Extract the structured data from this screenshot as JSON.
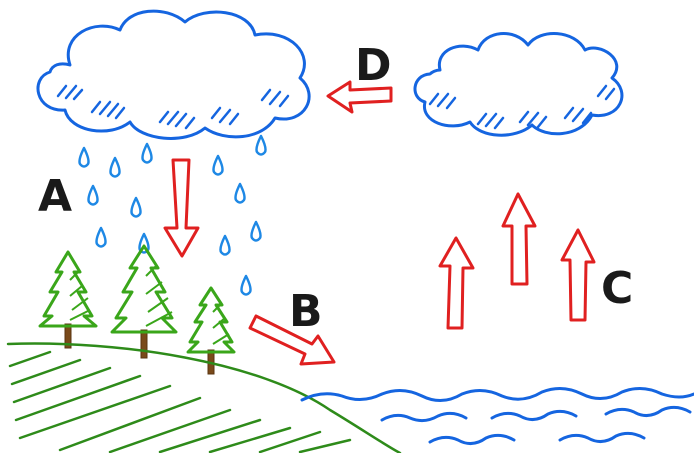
{
  "labels": {
    "a": "A",
    "b": "B",
    "c": "C",
    "d": "D"
  },
  "colors": {
    "cloud": "#1565e0",
    "water": "#1565e0",
    "rain": "#1e88e5",
    "arrow": "#e02020",
    "tree": "#3aa61a",
    "trunk": "#7a4a1a",
    "hill": "#2e8b1a",
    "label": "#1a1a1a"
  }
}
